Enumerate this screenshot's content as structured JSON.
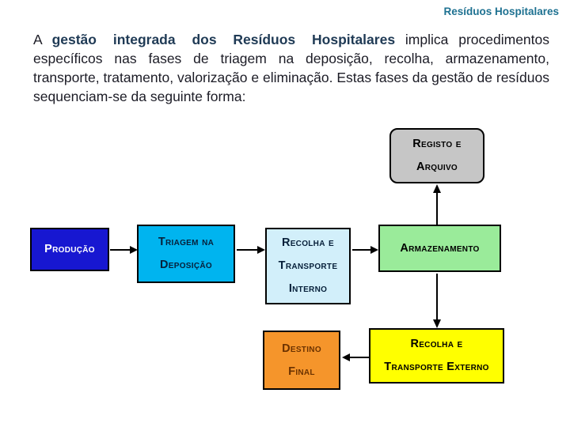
{
  "header": {
    "title": "Resíduos Hospitalares"
  },
  "paragraph": {
    "lead": "A",
    "bold": "gestão integrada dos Resíduos Hospitalares",
    "rest": "implica procedimentos específicos nas fases de triagem na deposição, recolha, armazenamento, transporte, tratamento, valorização e eliminação. Estas fases da gestão de resíduos sequenciam-se da seguinte forma:"
  },
  "colors": {
    "title_text": "#1e7191",
    "body_text": "#1c1c26",
    "bold_text": "#1f3a55",
    "arrow": "#000000"
  },
  "diagram": {
    "boxes": {
      "registo": {
        "label": "Registo e\nArquivo",
        "fill": "#c6c6c6",
        "text_color": "#000000"
      },
      "producao": {
        "label": "Produção",
        "fill": "#1717d1",
        "text_color": "#ffffff"
      },
      "triagem": {
        "label": "Triagem na\nDeposição",
        "fill": "#00b4ef",
        "text_color": "#07203a"
      },
      "recolha_interno": {
        "label": "Recolha e\nTransporte\nInterno",
        "fill": "#d2effa",
        "text_color": "#07203a"
      },
      "armazenamento": {
        "label": "Armazenamento",
        "fill": "#9aeb9a",
        "text_color": "#000000"
      },
      "destino": {
        "label": "Destino\nFinal",
        "fill": "#f5952b",
        "text_color": "#6b3200"
      },
      "recolha_externo": {
        "label": "Recolha e\nTransporte Externo",
        "fill": "#ffff00",
        "text_color": "#000000"
      }
    },
    "flow_order": [
      "Produção",
      "Triagem na Deposição",
      "Recolha e Transporte Interno",
      "Armazenamento",
      "Registo e Arquivo",
      "Recolha e Transporte Externo",
      "Destino Final"
    ]
  }
}
